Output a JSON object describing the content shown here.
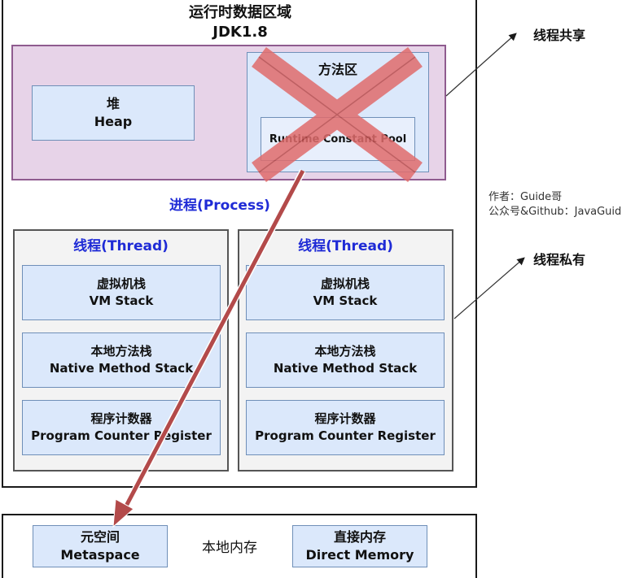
{
  "runtime": {
    "title": "运行时数据区域",
    "subtitle": "JDK1.8",
    "process_label": "进程(Process)"
  },
  "shared": {
    "heap": {
      "cn": "堆",
      "en": "Heap"
    },
    "method_area": {
      "cn": "方法区"
    },
    "constant_pool": {
      "text": "Runtime Constant Pool"
    }
  },
  "threads": [
    {
      "title": "线程(Thread)",
      "blocks": [
        {
          "cn": "虚拟机栈",
          "en": "VM Stack"
        },
        {
          "cn": "本地方法栈",
          "en": "Native Method Stack"
        },
        {
          "cn": "程序计数器",
          "en": "Program Counter Register"
        }
      ]
    },
    {
      "title": "线程(Thread)",
      "blocks": [
        {
          "cn": "虚拟机栈",
          "en": "VM Stack"
        },
        {
          "cn": "本地方法栈",
          "en": "Native Method Stack"
        },
        {
          "cn": "程序计数器",
          "en": "Program Counter Register"
        }
      ]
    }
  ],
  "native_memory": {
    "label": "本地内存",
    "metaspace": {
      "cn": "元空间",
      "en": "Metaspace"
    },
    "direct": {
      "cn": "直接内存",
      "en": "Direct Memory"
    }
  },
  "annotations": {
    "thread_shared": "线程共享",
    "thread_private": "线程私有",
    "author": "作者：Guide哥",
    "account": "公众号&Github：JavaGuide"
  },
  "colors": {
    "shared_fill": "#e7d3e8",
    "block_fill": "#dbe8fb",
    "cross": "#e06c6c",
    "arrow": "#b34a4a",
    "title_blue": "#1f2bd6"
  }
}
